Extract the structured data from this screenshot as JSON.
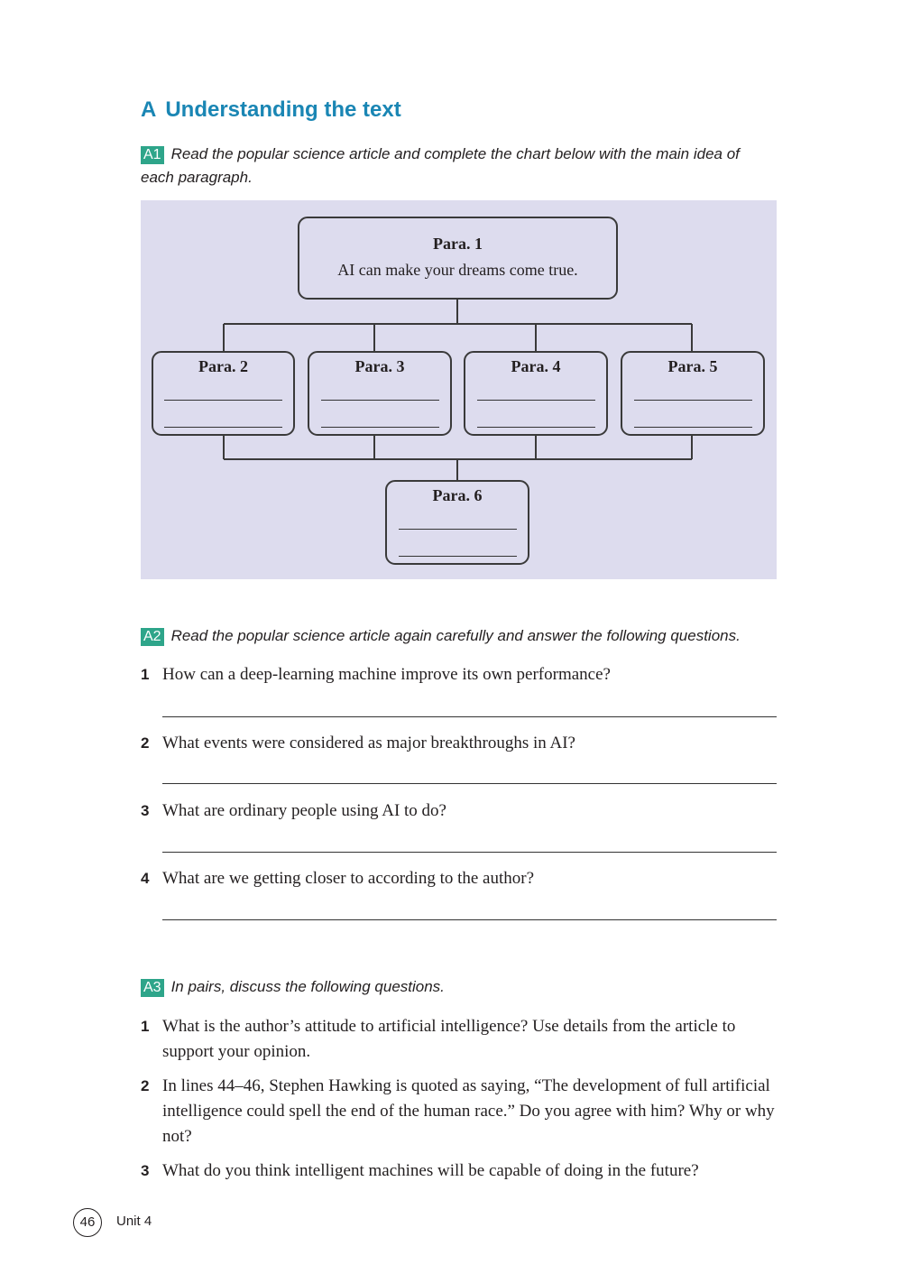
{
  "section": {
    "letter": "A",
    "title": "Understanding the text"
  },
  "a1": {
    "badge": "A1",
    "instruction": "Read the popular science article and complete the chart below with the main idea of each paragraph."
  },
  "diagram": {
    "top": {
      "label": "Para. 1",
      "text": "AI can make your dreams come true."
    },
    "middle": [
      {
        "label": "Para. 2"
      },
      {
        "label": "Para. 3"
      },
      {
        "label": "Para. 4"
      },
      {
        "label": "Para. 5"
      }
    ],
    "bottom": {
      "label": "Para. 6"
    }
  },
  "a2": {
    "badge": "A2",
    "instruction": "Read the popular science article again carefully and answer the following questions.",
    "questions": [
      {
        "num": "1",
        "text": "How can a deep-learning machine improve its own performance?"
      },
      {
        "num": "2",
        "text": "What events were considered as major breakthroughs in AI?"
      },
      {
        "num": "3",
        "text": "What are ordinary people using AI to do?"
      },
      {
        "num": "4",
        "text": "What are we getting closer to according to the author?"
      }
    ]
  },
  "a3": {
    "badge": "A3",
    "instruction": "In pairs, discuss the following questions.",
    "questions": [
      {
        "num": "1",
        "text": "What is the author’s attitude to artificial intelligence? Use details from the article to support your opinion."
      },
      {
        "num": "2",
        "text": "In lines 44–46, Stephen Hawking is quoted as saying, “The development of full artificial intelligence could spell the end of the human race.” Do you agree with him? Why or why not?"
      },
      {
        "num": "3",
        "text": "What do you think intelligent machines will be capable of doing in the future?"
      }
    ]
  },
  "footer": {
    "page": "46",
    "unit": "Unit 4"
  }
}
